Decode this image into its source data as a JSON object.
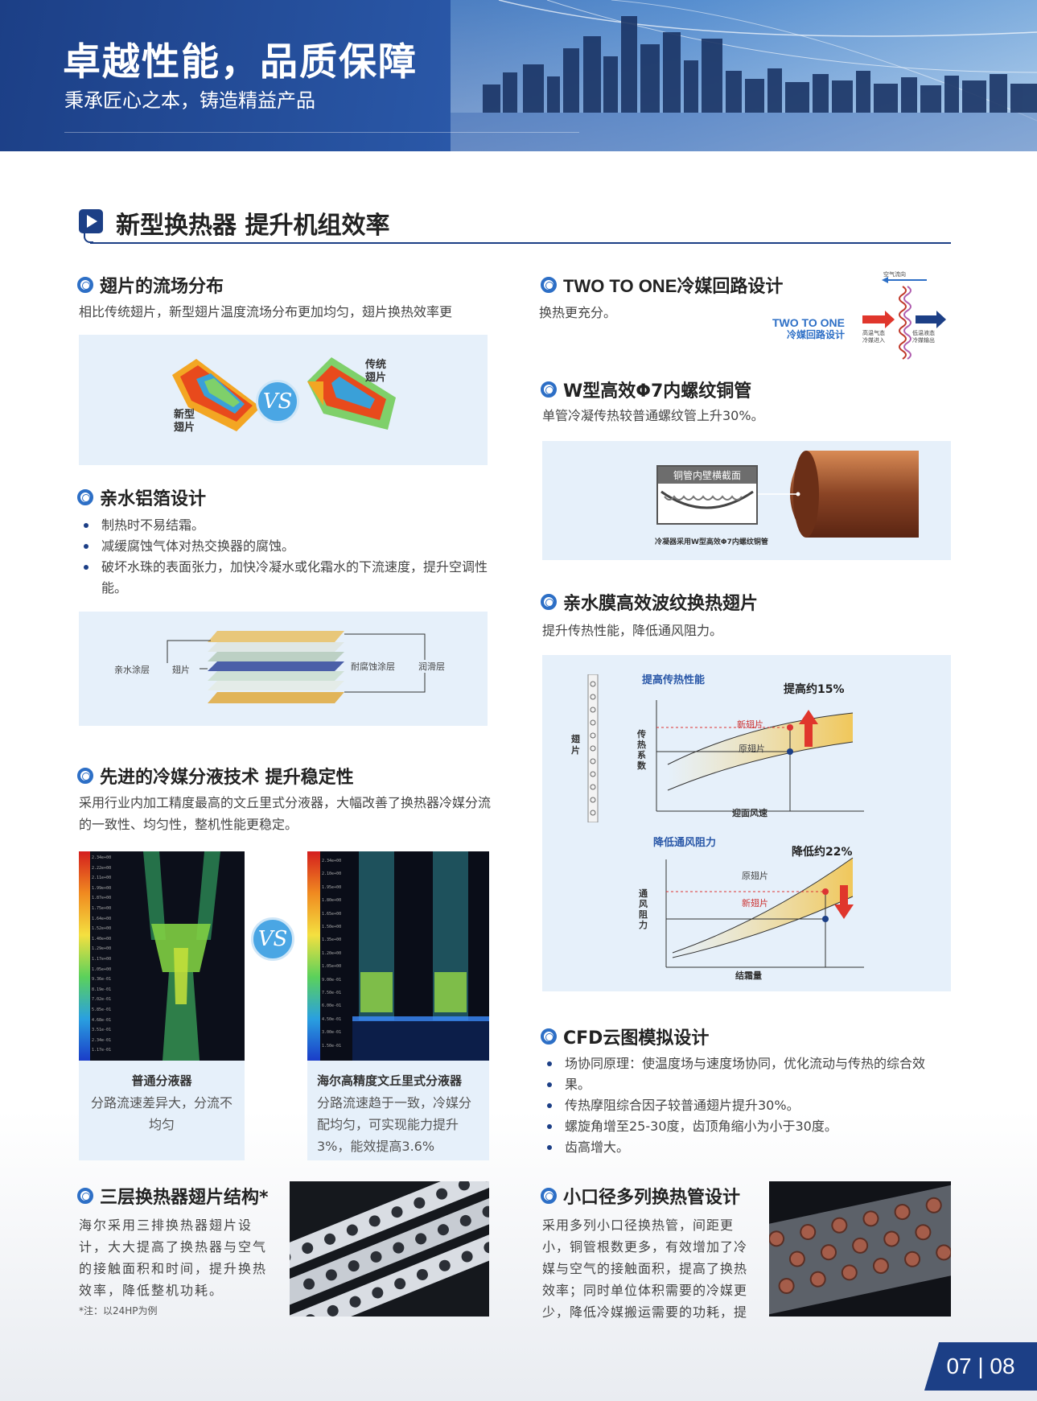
{
  "banner": {
    "title": "卓越性能，品质保障",
    "subtitle": "秉承匠心之本，铸造精益产品"
  },
  "section": {
    "title": "新型换热器 提升机组效率"
  },
  "fin_flow": {
    "title": "翅片的流场分布",
    "text": "相比传统翅片，新型翅片温度流场分布更加均匀，翅片换热效率更",
    "label_new": "新型\n翅片",
    "label_traditional": "传统\n翅片",
    "vs": "VS"
  },
  "two_to_one": {
    "title": "TWO TO ONE冷媒回路设计",
    "text": "换热更充分。",
    "diagram_brand": "TWO TO ONE",
    "diagram_sub": "冷媒回路设计",
    "airflow": "空气流向",
    "in_label": "高温气态\n冷媒进入",
    "out_label": "低温液态\n冷媒输出"
  },
  "hydrophilic_foil": {
    "title": "亲水铝箔设计",
    "bullets": [
      "制热时不易结霜。",
      "减缓腐蚀气体对热交换器的腐蚀。",
      "破坏水珠的表面张力，加快冷凝水或化霜水的下流速度，提升空调性能。"
    ],
    "layer_labels": [
      "亲水涂层",
      "翅片",
      "耐腐蚀涂层",
      "润滑层"
    ]
  },
  "copper_tube": {
    "title": "W型高效Φ7内螺纹铜管",
    "text": "单管冷凝传热较普通螺纹管上升30%。",
    "section_label": "铜管内壁横截面",
    "caption": "冷凝器采用W型高效Φ7内螺纹铜管"
  },
  "hydrophilic_film": {
    "title": "亲水膜高效波纹换热翅片",
    "text": "提升传热性能，降低通风阻力。",
    "fin_label": "翅\n片",
    "chart1": {
      "title": "提高传热性能",
      "gain": "提高约15%",
      "new_fin": "新翅片",
      "old_fin": "原翅片",
      "ylabel": "传\n热\n系\n数",
      "xlabel": "迎面风速"
    },
    "chart2": {
      "title": "降低通风阻力",
      "gain": "降低约22%",
      "old_fin": "原翅片",
      "new_fin": "新翅片",
      "ylabel": "通\n风\n阻\n力",
      "xlabel": "结霜量"
    }
  },
  "distributor": {
    "title": "先进的冷媒分液技术 提升稳定性",
    "text": "采用行业内加工精度最高的文丘里式分液器，大幅改善了换热器冷媒分流的一致性、均匀性，整机性能更稳定。",
    "vs": "VS",
    "left": {
      "title": "普通分液器",
      "desc": "分路流速差异大，分流不均匀"
    },
    "right": {
      "title": "海尔高精度文丘里式分液器",
      "desc": "分路流速趋于一致，冷媒分配均匀，可实现能力提升3%，能效提高3.6%"
    },
    "scale_left": [
      "2.34e+00",
      "2.22e+00",
      "2.11e+00",
      "1.99e+00",
      "1.87e+00",
      "1.75e+00",
      "1.64e+00",
      "1.52e+00",
      "1.40e+00",
      "1.29e+00",
      "1.17e+00",
      "1.05e+00",
      "9.36e-01",
      "8.19e-01",
      "7.02e-01",
      "5.85e-01",
      "4.68e-01",
      "3.51e-01",
      "2.34e-01",
      "1.17e-01"
    ],
    "scale_right": [
      "2.34e+00",
      "2.10e+00",
      "1.95e+00",
      "1.80e+00",
      "1.65e+00",
      "1.50e+00",
      "1.35e+00",
      "1.20e+00",
      "1.05e+00",
      "9.00e-01",
      "7.50e-01",
      "6.00e-01",
      "4.50e-01",
      "3.00e-01",
      "1.50e-01"
    ]
  },
  "cfd": {
    "title": "CFD云图模拟设计",
    "bullets": [
      "场协同原理：使温度场与速度场协同，优化流动与传热的综合效",
      "果。",
      "传热摩阻综合因子较普通翅片提升30%。",
      "螺旋角增至25-30度，齿顶角缩小为小于30度。",
      "齿高增大。"
    ]
  },
  "three_layer": {
    "title": "三层换热器翅片结构*",
    "text": "海尔采用三排换热器翅片设计，大大提高了换热器与空气的接触面积和时间，提升换热效率，降低整机功耗。",
    "note": "*注：以24HP为例"
  },
  "small_tube": {
    "title": "小口径多列换热管设计",
    "text": "采用多列小口径换热管，间距更小，铜管根数更多，有效增加了冷媒与空气的接触面积，提高了换热效率；同时单位体积需要的冷媒更少，降低冷媒搬运需要的功耗，提"
  },
  "page": {
    "number": "07 | 08"
  },
  "colors": {
    "brand": "#1c3f86",
    "accent": "#2d6fc6",
    "panel": "#e6f0fa",
    "arrow_red": "#e0362c"
  }
}
